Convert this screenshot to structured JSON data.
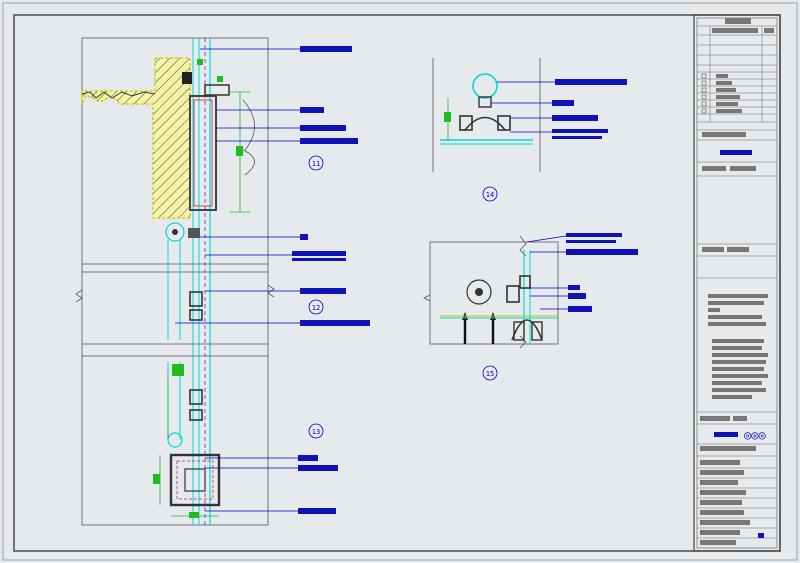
{
  "drawing": {
    "callouts": {
      "d11": "11",
      "d12": "12",
      "d13": "13",
      "d14": "14",
      "d15": "15"
    }
  },
  "colors": {
    "paper": "#e7eaed",
    "frame": "#6e6e6e",
    "leader": "#0000c8",
    "label_block": "#0f12b8",
    "glass": "#00d8d8",
    "dimension": "#22bb22",
    "hatch_fill": "#f4f3a6",
    "hatch_line": "#333333"
  },
  "title_block": {
    "logo_glyphs": "◎◎◎"
  }
}
